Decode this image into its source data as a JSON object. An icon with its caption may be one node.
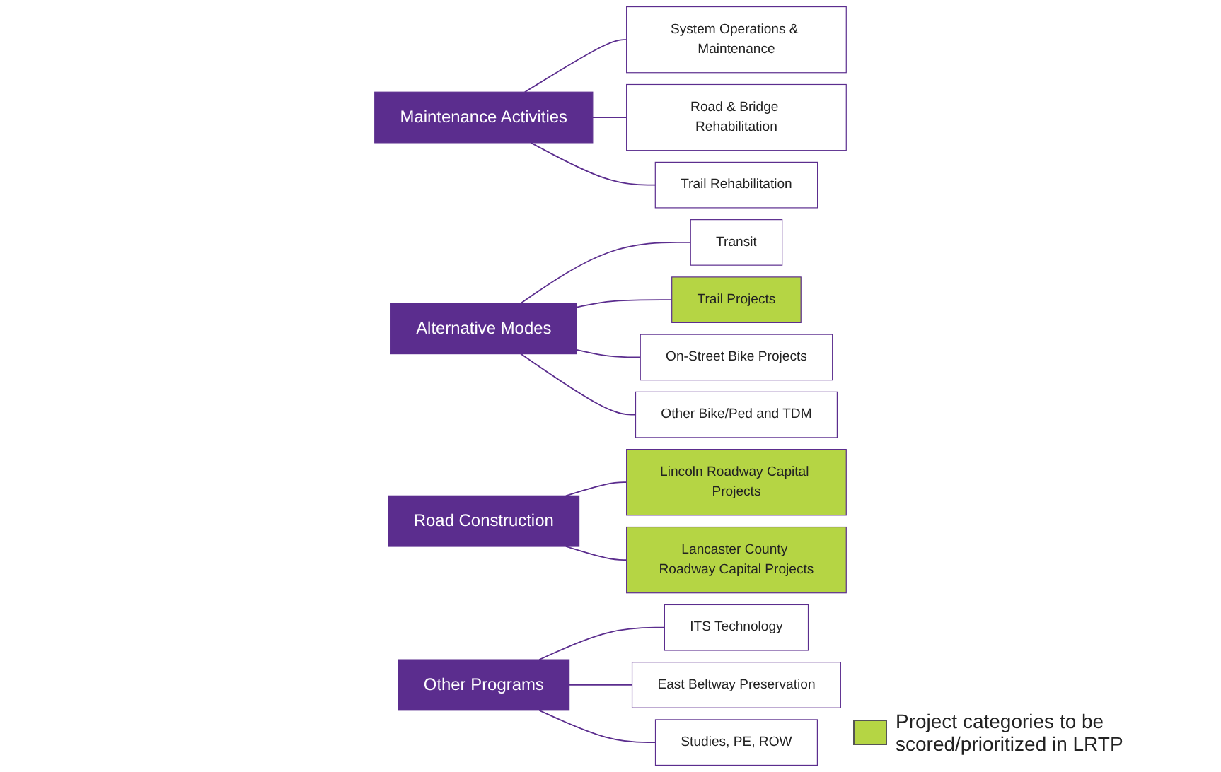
{
  "diagram": {
    "nodes": [
      {
        "text": [
          "Maintenance Activities"
        ]
      },
      {
        "text": [
          "System Operations & Maintenance"
        ]
      },
      {
        "text": [
          "Road & Bridge Rehabilitation"
        ]
      },
      {
        "text": [
          "Trail Rehabilitation"
        ]
      },
      {
        "text": [
          "Alternative Modes"
        ]
      },
      {
        "text": [
          "Transit"
        ]
      },
      {
        "text": [
          "Trail Projects"
        ]
      },
      {
        "text": [
          "On-Street Bike Projects"
        ]
      },
      {
        "text": [
          "Other Bike/Ped and TDM"
        ]
      },
      {
        "text": [
          "Road Construction"
        ]
      },
      {
        "text": [
          "Lincoln Roadway Capital Projects"
        ]
      },
      {
        "text": [
          "Lancaster County Roadway Capital Projects"
        ]
      },
      {
        "text": [
          "Other Programs"
        ]
      },
      {
        "text": [
          "ITS Technology"
        ]
      },
      {
        "text": [
          "East Beltway Preservation"
        ]
      },
      {
        "text": [
          "Studies, PE, ROW"
        ]
      }
    ],
    "edges": [
      {
        "from": 0,
        "to": 1,
        "arrow": "none"
      },
      {
        "from": 0,
        "to": 2,
        "arrow": "none"
      },
      {
        "from": 0,
        "to": 3,
        "arrow": "none"
      },
      {
        "from": 4,
        "to": 5,
        "arrow": "none"
      },
      {
        "from": 4,
        "to": 6,
        "arrow": "none"
      },
      {
        "from": 4,
        "to": 7,
        "arrow": "none"
      },
      {
        "from": 4,
        "to": 8,
        "arrow": "none"
      },
      {
        "from": 9,
        "to": 10,
        "arrow": "none"
      },
      {
        "from": 9,
        "to": 11,
        "arrow": "none"
      },
      {
        "from": 12,
        "to": 13,
        "arrow": "none"
      },
      {
        "from": 12,
        "to": 14,
        "arrow": "none"
      },
      {
        "from": 12,
        "to": 15,
        "arrow": "none"
      }
    ],
    "legend": [
      {
        "text": "Project categories to be scored/prioritized in LRTP",
        "color": "#b5d544"
      }
    ]
  }
}
